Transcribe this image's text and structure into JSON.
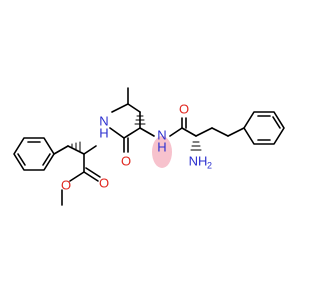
{
  "atom_labels": {
    "n_amide_left": "N",
    "h_amide_left": "H",
    "n_amide_right": "N",
    "h_amide_right": "H",
    "o_ester_carbonyl": "O",
    "o_ester_methoxy": "O",
    "o_amide_mid": "O",
    "o_amide_right": "O",
    "n_amine": "NH",
    "n_amine_sub": "2"
  },
  "colors": {
    "nitrogen": "#2b2fcf",
    "oxygen": "#e0271f",
    "highlight": "#f6b7c4",
    "bond": "#000000"
  }
}
